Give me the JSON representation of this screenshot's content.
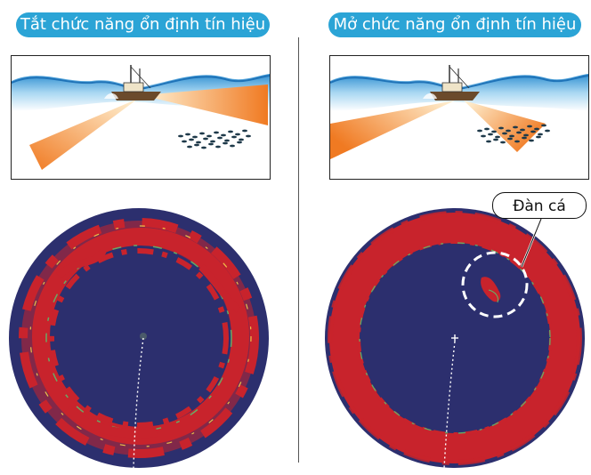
{
  "left_panel": {
    "title": "Tắt chức năng ổn định tín hiệu"
  },
  "right_panel": {
    "title": "Mở chức năng ổn định tín hiệu"
  },
  "annotation": {
    "fish_school_label": "Đàn cá"
  },
  "colors": {
    "pill": "#2ba4d6",
    "sonar_background": "#2c2f6e",
    "echo_ring": "#c8232c",
    "beam": "#f07a22",
    "water": "#4fb3e3"
  },
  "icons": [
    "fishing-boat-icon",
    "fish-school-icon",
    "sonar-center-cross-icon"
  ]
}
